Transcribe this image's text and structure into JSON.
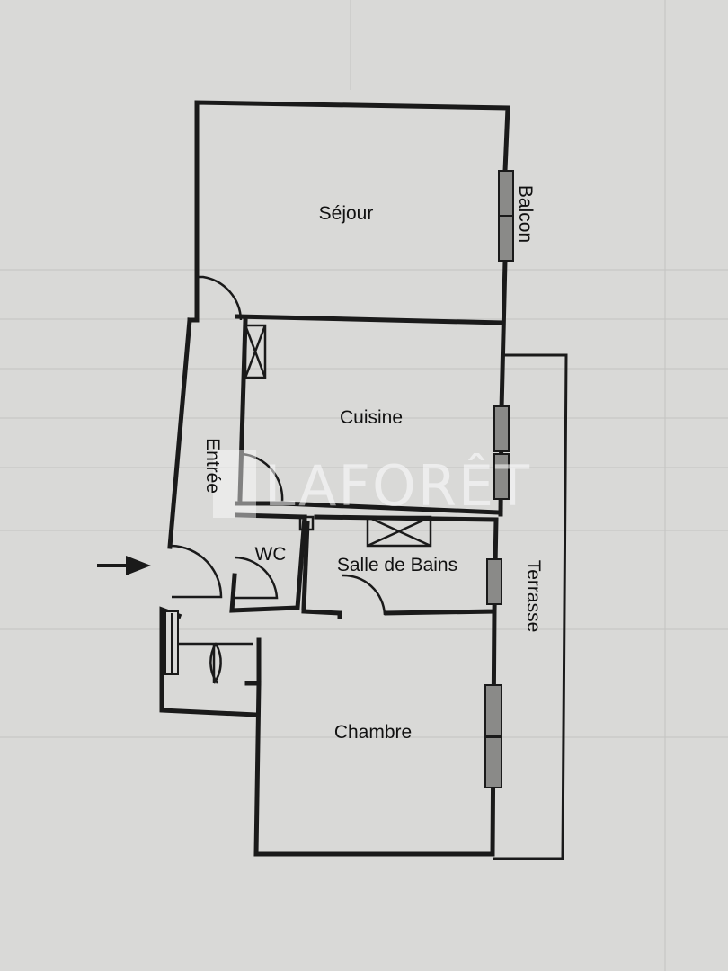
{
  "rooms": {
    "sejour": "Séjour",
    "cuisine": "Cuisine",
    "entree": "Entrée",
    "wc": "WC",
    "salle_de_bains": "Salle de Bains",
    "chambre": "Chambre",
    "terrasse": "Terrasse",
    "balcon": "Balcon"
  },
  "watermark": "LAFORÊT",
  "colors": {
    "paper": "#d9d9d7",
    "wall": "#1a1a1a",
    "window_fill": "#8a8a88"
  },
  "icons": {
    "entrance": "arrow-right-icon",
    "ventilation": "cross-box-icon"
  }
}
